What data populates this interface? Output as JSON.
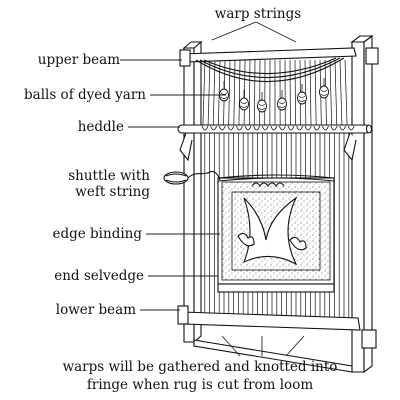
{
  "labels": {
    "warp_strings": "warp strings",
    "upper_beam": "upper beam",
    "balls_of_yarn": "balls of dyed yarn",
    "heddle": "heddle",
    "shuttle_line1": "shuttle with",
    "shuttle_line2": "weft string",
    "edge_binding": "edge binding",
    "end_selvedge": "end selvedge",
    "lower_beam": "lower beam",
    "caption_line1": "warps will be gathered and knotted into",
    "caption_line2": "fringe when rug is cut from loom"
  },
  "colors": {
    "ink": "#111111",
    "wood": "#ffffff",
    "rug_field": "#f2f2f2",
    "rug_border": "#e9e9e9"
  }
}
